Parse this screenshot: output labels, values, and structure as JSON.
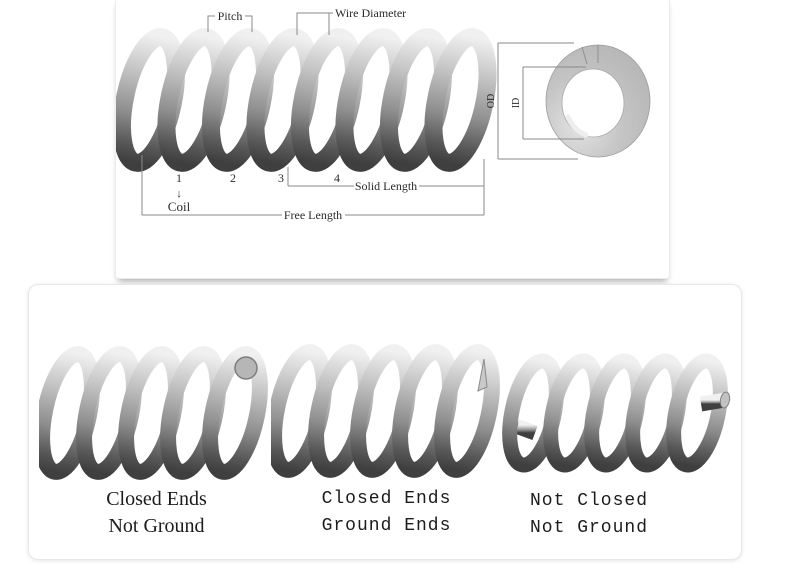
{
  "top_diagram": {
    "pitch_label": "Pitch",
    "wire_diameter_label": "Wire Diameter",
    "solid_length_label": "Solid Length",
    "free_length_label": "Free Length",
    "coil_numbers": [
      "1",
      "2",
      "3",
      "4"
    ],
    "coil_arrow": "↓",
    "coil_label": "Coil",
    "od_label": "OD",
    "id_label": "ID"
  },
  "end_types": {
    "a": {
      "line1": "Closed Ends",
      "line2": "Not Ground"
    },
    "b": {
      "line1": "Closed Ends",
      "line2": "Ground Ends"
    },
    "c": {
      "line1": "Not Closed",
      "line2": "Not Ground"
    }
  },
  "colors": {
    "spring_highlight": "#f0f0f0",
    "spring_mid": "#b0b0b0",
    "spring_shadow": "#3f3f3f",
    "ring_fill": "#b5b5b5",
    "dimension_line": "#8a8a8a",
    "text": "#2b2b2b",
    "panel_border": "#e8e8e8",
    "background": "#ffffff"
  }
}
